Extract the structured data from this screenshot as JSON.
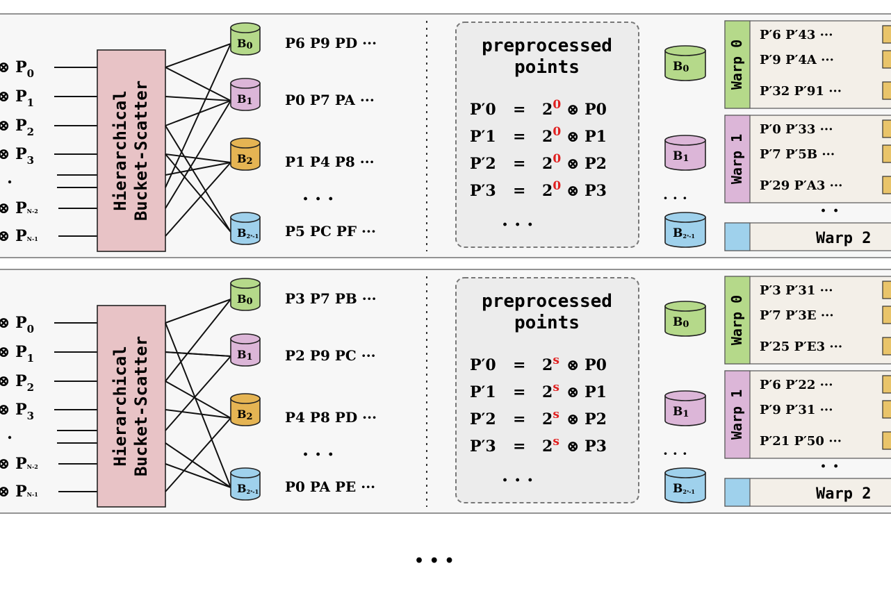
{
  "panels": [
    {
      "inputs": [
        "P",
        "P",
        "P",
        "P",
        "P",
        "P"
      ],
      "input_subs": [
        "0",
        "1",
        "2",
        "3",
        "N-2",
        "N-1"
      ],
      "scatter_label_line1": "Hierarchical",
      "scatter_label_line2": "Bucket-Scatter",
      "buckets": [
        {
          "label": "B",
          "sub": "0",
          "color": "#b5d98a",
          "points": "P6 P9 PD ···"
        },
        {
          "label": "B",
          "sub": "1",
          "color": "#dcb6d8",
          "points": "P0 P7 PA ···"
        },
        {
          "label": "B",
          "sub": "2",
          "color": "#e5b453",
          "points": "P1 P4 P8 ···"
        },
        {
          "label": "B",
          "sub": "2ˢ-1",
          "color": "#9fd1ec",
          "points": "P5 PC PF ···"
        }
      ],
      "mid_dots": "·  ·  ·",
      "pre_title_1": "preprocessed",
      "pre_title_2": "points",
      "pre_exponent": "0",
      "pre_eqs": [
        {
          "lhs": "P′0",
          "eq": "=",
          "base": "2",
          "rhs": "⊗ P0"
        },
        {
          "lhs": "P′1",
          "eq": "=",
          "base": "2",
          "rhs": "⊗ P1"
        },
        {
          "lhs": "P′2",
          "eq": "=",
          "base": "2",
          "rhs": "⊗ P2"
        },
        {
          "lhs": "P′3",
          "eq": "=",
          "base": "2",
          "rhs": "⊗ P3"
        }
      ],
      "pre_dots": "·   ·   ·",
      "right_buckets": [
        {
          "label": "B",
          "sub": "0",
          "color": "#b5d98a"
        },
        {
          "label": "B",
          "sub": "1",
          "color": "#dcb6d8"
        },
        {
          "label": "B",
          "sub": "2ˢ-1",
          "color": "#9fd1ec"
        }
      ],
      "right_dots": "· · ·",
      "warps": [
        {
          "name": "Warp 0",
          "color": "#b5d98a",
          "rows": [
            "P′6  P′43 ···",
            "P′9  P′4A ···",
            "P′32 P′91 ···"
          ]
        },
        {
          "name": "Warp 1",
          "color": "#dcb6d8",
          "rows": [
            "P′0  P′33 ···",
            "P′7  P′5B ···",
            "P′29 P′A3 ···"
          ]
        }
      ],
      "warp_dots": "·   ·",
      "warp2": "Warp 2"
    },
    {
      "inputs": [
        "P",
        "P",
        "P",
        "P",
        "P",
        "P"
      ],
      "input_subs": [
        "0",
        "1",
        "2",
        "3",
        "N-2",
        "N-1"
      ],
      "scatter_label_line1": "Hierarchical",
      "scatter_label_line2": "Bucket-Scatter",
      "buckets": [
        {
          "label": "B",
          "sub": "0",
          "color": "#b5d98a",
          "points": "P3 P7 PB ···"
        },
        {
          "label": "B",
          "sub": "1",
          "color": "#dcb6d8",
          "points": "P2 P9 PC ···"
        },
        {
          "label": "B",
          "sub": "2",
          "color": "#e5b453",
          "points": "P4 P8 PD ···"
        },
        {
          "label": "B",
          "sub": "2ˢ-1",
          "color": "#9fd1ec",
          "points": "P0 PA PE ···"
        }
      ],
      "mid_dots": "·  ·  ·",
      "pre_title_1": "preprocessed",
      "pre_title_2": "points",
      "pre_exponent": "s",
      "pre_eqs": [
        {
          "lhs": "P′0",
          "eq": "=",
          "base": "2",
          "rhs": "⊗ P0"
        },
        {
          "lhs": "P′1",
          "eq": "=",
          "base": "2",
          "rhs": "⊗ P1"
        },
        {
          "lhs": "P′2",
          "eq": "=",
          "base": "2",
          "rhs": "⊗ P2"
        },
        {
          "lhs": "P′3",
          "eq": "=",
          "base": "2",
          "rhs": "⊗ P3"
        }
      ],
      "pre_dots": "·   ·   ·",
      "right_buckets": [
        {
          "label": "B",
          "sub": "0",
          "color": "#b5d98a"
        },
        {
          "label": "B",
          "sub": "1",
          "color": "#dcb6d8"
        },
        {
          "label": "B",
          "sub": "2ˢ-1",
          "color": "#9fd1ec"
        }
      ],
      "right_dots": "· · ·",
      "warps": [
        {
          "name": "Warp 0",
          "color": "#b5d98a",
          "rows": [
            "P′3  P′31 ···",
            "P′7  P′3E ···",
            "P′25 P′E3 ···"
          ]
        },
        {
          "name": "Warp 1",
          "color": "#dcb6d8",
          "rows": [
            "P′6  P′22 ···",
            "P′9  P′31 ···",
            "P′21 P′50 ···"
          ]
        }
      ],
      "warp_dots": "·   ·",
      "warp2": "Warp 2"
    }
  ],
  "bottom_dots": "•     •     •",
  "colors": {
    "scatter_box": "#e8c3c6",
    "panel_bg": "#f7f7f7",
    "exponent": "#e02020",
    "warp_cell": "#e9c46a"
  }
}
